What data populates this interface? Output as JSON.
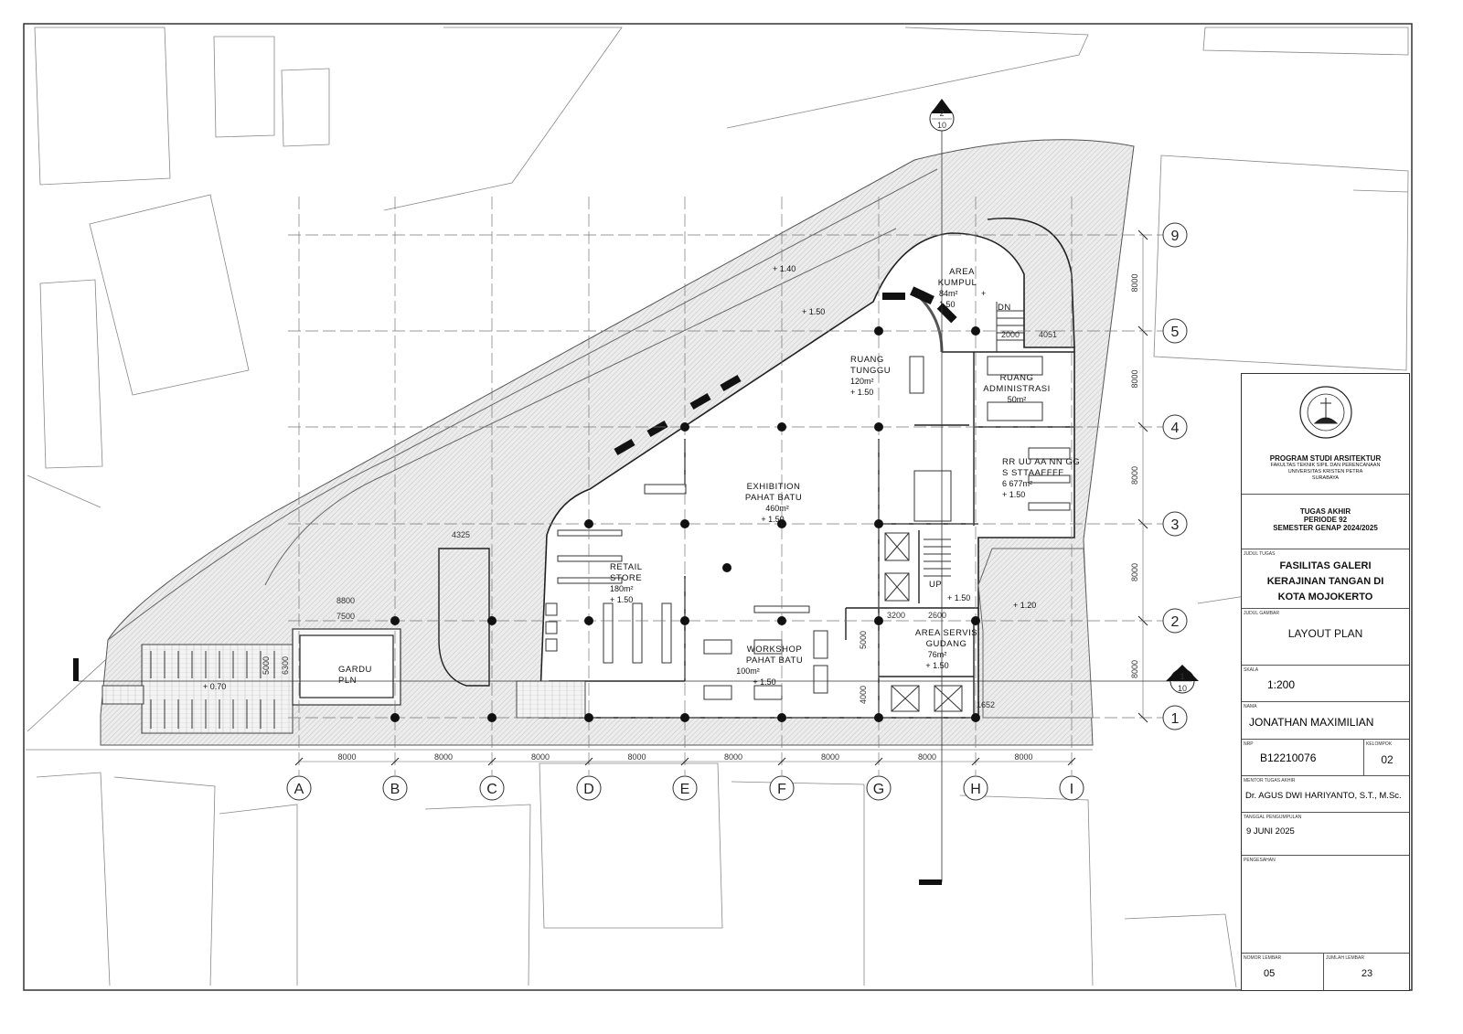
{
  "grid": {
    "columns": [
      "A",
      "B",
      "C",
      "D",
      "E",
      "F",
      "G",
      "H",
      "I"
    ],
    "rows": [
      "9",
      "5",
      "4",
      "3",
      "2",
      "1"
    ],
    "column_spacing": [
      "8000",
      "8000",
      "8000",
      "8000",
      "8000",
      "8000",
      "8000",
      "8000"
    ],
    "row_spacing": [
      "8000",
      "8000",
      "8000",
      "8000",
      "8000"
    ]
  },
  "section_markers": [
    {
      "number": "2",
      "sheet": "10"
    },
    {
      "number": "1",
      "sheet": "10"
    }
  ],
  "rooms": {
    "area_kumpul": {
      "name1": "AREA",
      "name2": "KUMPUL",
      "area": "84m²",
      "level": "1.50",
      "plus": "+"
    },
    "ruang_tunggu": {
      "name1": "RUANG",
      "name2": "TUNGGU",
      "area": "120m²",
      "level": "+ 1.50"
    },
    "ruang_administrasi": {
      "name1": "RUANG",
      "name2": "ADMINISTRASI",
      "area": "50m²"
    },
    "ruang_staff": {
      "name1": "RR UU AA NN GG",
      "name2": "S STTAAFFFF",
      "area": "6 677m²",
      "level": "+ 1.50"
    },
    "exhibition": {
      "name1": "EXHIBITION",
      "name2": "PAHAT BATU",
      "area": "460m²",
      "level": "+ 1.50"
    },
    "retail": {
      "name1": "RETAIL",
      "name2": "STORE",
      "area": "180m²",
      "level": "+ 1.50"
    },
    "workshop": {
      "name1": "WORKSHOP",
      "name2": "PAHAT BATU",
      "area": "100m²",
      "level": "+ 1.50"
    },
    "servis": {
      "name1": "AREA SERVIS",
      "name2": "GUDANG",
      "area": "76m²",
      "level": "+ 1.50"
    },
    "gardu": {
      "name1": "GARDU",
      "name2": "PLN"
    }
  },
  "levels": {
    "road": "+ 1.40",
    "terrace": "+ 1.50",
    "plaza": "+ 1.20",
    "parking": "+ 0.70",
    "stair": "+ 1.50"
  },
  "stairs": {
    "down": "DN",
    "up": "UP"
  },
  "dimensions": {
    "d4325": "4325",
    "d8800": "8800",
    "d7500": "7500",
    "d5000a": "5000",
    "d6300": "6300",
    "d3200": "3200",
    "d2600": "2600",
    "d5000b": "5000",
    "d4000": "4000",
    "d1652": "1652",
    "d2000": "2000",
    "d4051": "4051"
  },
  "title_block": {
    "logo_text": "UNIVERSITAS KRISTEN PETRA",
    "program": "PROGRAM STUDI ARSITEKTUR",
    "faculty": "FAKULTAS TEKNIK SIPIL DAN PERENCANAAN",
    "university": "UNIVERSITAS KRISTEN PETRA",
    "city": "SURABAYA",
    "tugas": "TUGAS AKHIR",
    "periode": "PERIODE 92",
    "semester": "SEMESTER GENAP 2024/2025",
    "judul_tugas_label": "JUDUL TUGAS",
    "judul_tugas_1": "FASILITAS GALERI",
    "judul_tugas_2": "KERAJINAN TANGAN DI",
    "judul_tugas_3": "KOTA MOJOKERTO",
    "judul_gambar_label": "JUDUL GAMBAR",
    "judul_gambar": "LAYOUT PLAN",
    "skala_label": "SKALA",
    "skala": "1:200",
    "nama_label": "NAMA",
    "nama": "JONATHAN MAXIMILIAN",
    "nrp_label": "NRP",
    "nrp": "B12210076",
    "kelompok_label": "KELOMPOK",
    "kelompok": "02",
    "mentor_label": "MENTOR TUGAS AKHIR",
    "mentor": "Dr. AGUS DWI HARIYANTO, S.T., M.Sc.",
    "tanggal_label": "TANGGAL PENGUMPULAN",
    "tanggal": "9 JUNI 2025",
    "pengesahan_label": "PENGESAHAN",
    "nomor_label": "NOMOR LEMBAR",
    "nomor": "05",
    "jumlah_label": "JUMLAH LEMBAR",
    "jumlah": "23"
  }
}
